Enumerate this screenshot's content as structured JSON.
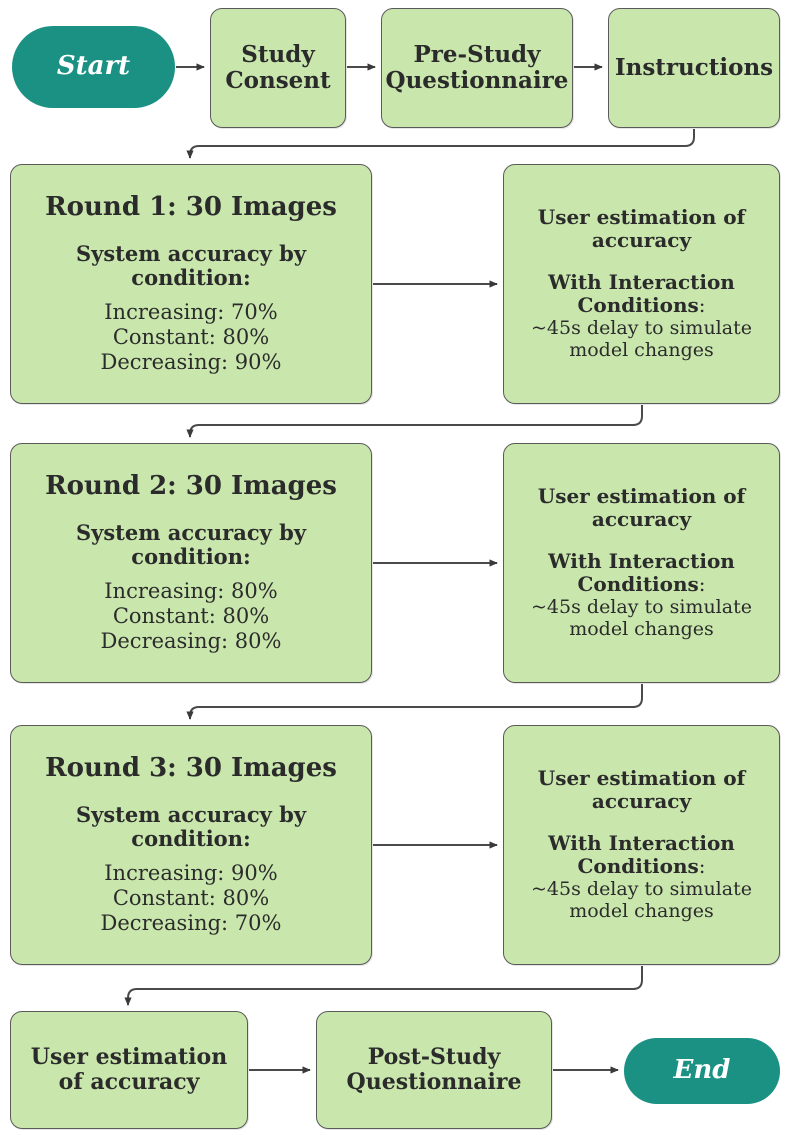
{
  "colors": {
    "terminator_fill": "#1b9184",
    "process_fill": "#c9e7ad",
    "process_border": "#5a5a5a",
    "text": "#2b2b2b",
    "edge": "#4a4a4a",
    "background": "#ffffff"
  },
  "nodes": {
    "start": {
      "label": "Start"
    },
    "study_consent": {
      "line1": "Study",
      "line2": "Consent"
    },
    "pre_study_questionnaire": {
      "line1": "Pre-Study",
      "line2": "Questionnaire"
    },
    "instructions": {
      "label": "Instructions"
    },
    "round1": {
      "title": "Round 1: 30 Images",
      "subtitle_line1": "System accuracy by",
      "subtitle_line2": "condition:",
      "conditions": [
        "Increasing: 70%",
        "Constant: 80%",
        "Decreasing: 90%"
      ]
    },
    "round2": {
      "title": "Round 2: 30 Images",
      "subtitle_line1": "System accuracy by",
      "subtitle_line2": "condition:",
      "conditions": [
        "Increasing: 80%",
        "Constant: 80%",
        "Decreasing: 80%"
      ]
    },
    "round3": {
      "title": "Round 3: 30 Images",
      "subtitle_line1": "System accuracy by",
      "subtitle_line2": "condition:",
      "conditions": [
        "Increasing: 90%",
        "Constant: 80%",
        "Decreasing: 70%"
      ]
    },
    "estimation1": {
      "title_line1": "User estimation of",
      "title_line2": "accuracy",
      "subtitle_line1": "With Interaction",
      "subtitle_line2": "Conditions",
      "subtitle_colon": ":",
      "detail_line1": "~45s delay to simulate",
      "detail_line2": "model changes"
    },
    "estimation2": {
      "title_line1": "User estimation of",
      "title_line2": "accuracy",
      "subtitle_line1": "With Interaction",
      "subtitle_line2": "Conditions",
      "subtitle_colon": ":",
      "detail_line1": "~45s delay to simulate",
      "detail_line2": "model changes"
    },
    "estimation3": {
      "title_line1": "User estimation of",
      "title_line2": "accuracy",
      "subtitle_line1": "With Interaction",
      "subtitle_line2": "Conditions",
      "subtitle_colon": ":",
      "detail_line1": "~45s delay to simulate",
      "detail_line2": "model changes"
    },
    "user_estimation_final": {
      "line1": "User estimation",
      "line2": "of accuracy"
    },
    "post_study_questionnaire": {
      "line1": "Post-Study",
      "line2": "Questionnaire"
    },
    "end": {
      "label": "End"
    }
  },
  "edges": [
    {
      "from": "start",
      "to": "study_consent"
    },
    {
      "from": "study_consent",
      "to": "pre_study_questionnaire"
    },
    {
      "from": "pre_study_questionnaire",
      "to": "instructions"
    },
    {
      "from": "instructions",
      "to": "round1"
    },
    {
      "from": "round1",
      "to": "estimation1"
    },
    {
      "from": "estimation1",
      "to": "round2"
    },
    {
      "from": "round2",
      "to": "estimation2"
    },
    {
      "from": "estimation2",
      "to": "round3"
    },
    {
      "from": "round3",
      "to": "estimation3"
    },
    {
      "from": "estimation3",
      "to": "user_estimation_final"
    },
    {
      "from": "user_estimation_final",
      "to": "post_study_questionnaire"
    },
    {
      "from": "post_study_questionnaire",
      "to": "end"
    }
  ]
}
